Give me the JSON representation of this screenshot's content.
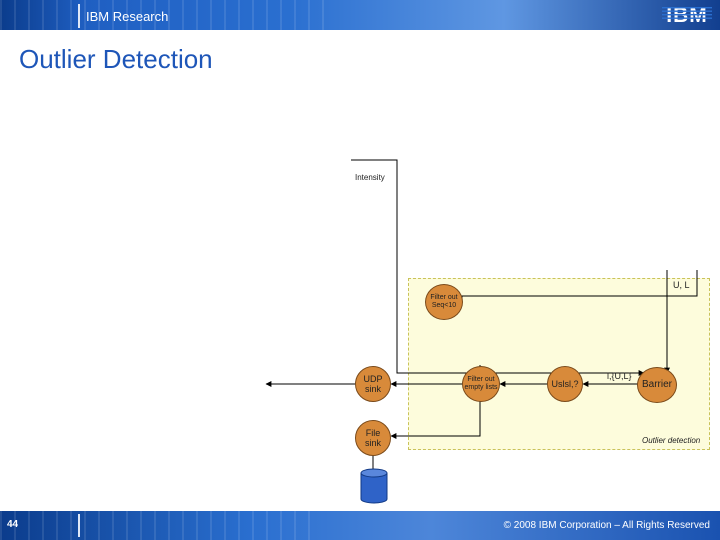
{
  "header": {
    "brand": "IBM Research",
    "logo": "IBM"
  },
  "title": "Outlier Detection",
  "diagram": {
    "labels": {
      "intensity": "Intensity",
      "ul": "U, L",
      "list_ul": "l,{U,L}",
      "region": "Outlier detection"
    },
    "nodes": {
      "filter_seq": "Filter out\nSeq<10",
      "udp_sink": "UDP\nsink",
      "filter_empty": "Filter out\nempty lists",
      "ulsl": "Uslsl,?",
      "barrier": "Barrier",
      "file_sink": "File\nsink"
    },
    "colors": {
      "node_fill": "#d88a3a",
      "region_fill": "#fdfcdc",
      "store_fill": "#2f63c8",
      "wire": "#000000"
    }
  },
  "footer": {
    "page": "44",
    "copyright": "© 2008 IBM Corporation – All Rights Reserved"
  }
}
